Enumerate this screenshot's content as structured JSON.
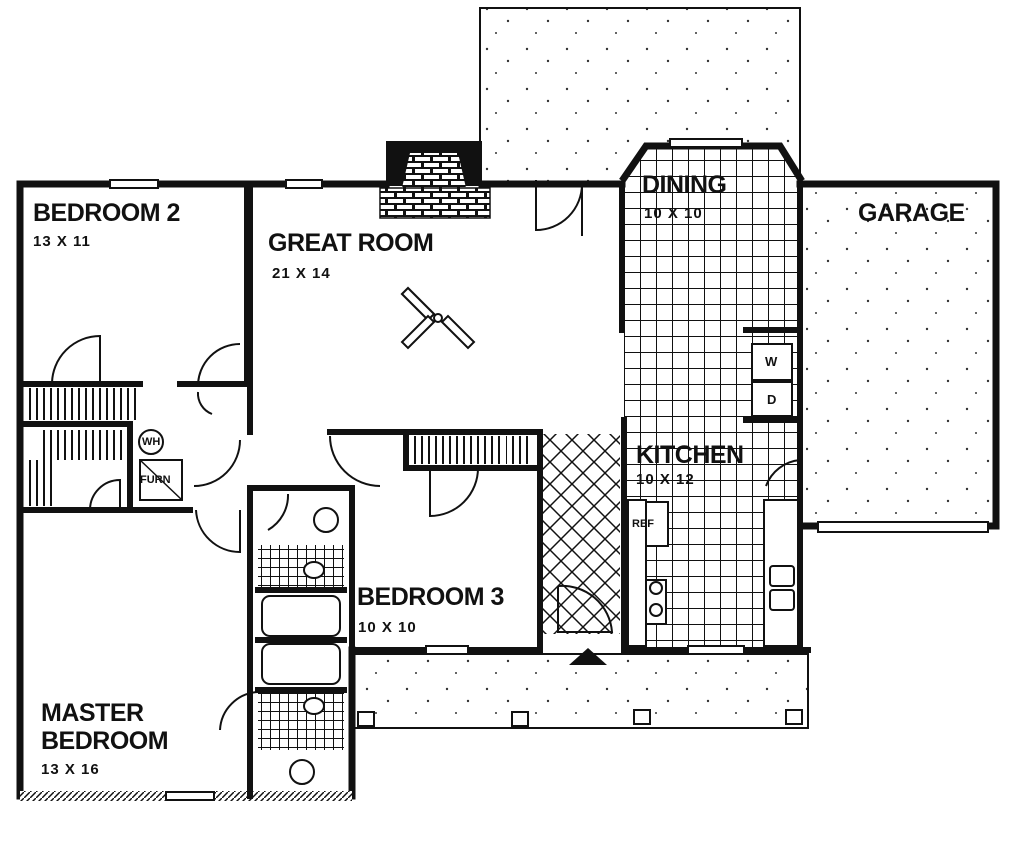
{
  "plan": {
    "rooms": [
      {
        "id": "bedroom2",
        "name": "BEDROOM 2",
        "dims": "13 X 11"
      },
      {
        "id": "great_room",
        "name": "GREAT ROOM",
        "dims": "21 X 14"
      },
      {
        "id": "dining",
        "name": "DINING",
        "dims": "10 X 10"
      },
      {
        "id": "garage",
        "name": "GARAGE",
        "dims": ""
      },
      {
        "id": "kitchen",
        "name": "KITCHEN",
        "dims": "10 X 12"
      },
      {
        "id": "bedroom3",
        "name": "BEDROOM 3",
        "dims": "10 X 10"
      },
      {
        "id": "master_bedroom",
        "name_line1": "MASTER",
        "name_line2": "BEDROOM",
        "dims": "13 X 16"
      }
    ],
    "fixtures": {
      "water_heater": "WH",
      "furnace": "FURN",
      "washer": "W",
      "dryer": "D",
      "refrigerator": "REF"
    },
    "colors": {
      "wall": "#111111",
      "background": "#ffffff"
    }
  }
}
